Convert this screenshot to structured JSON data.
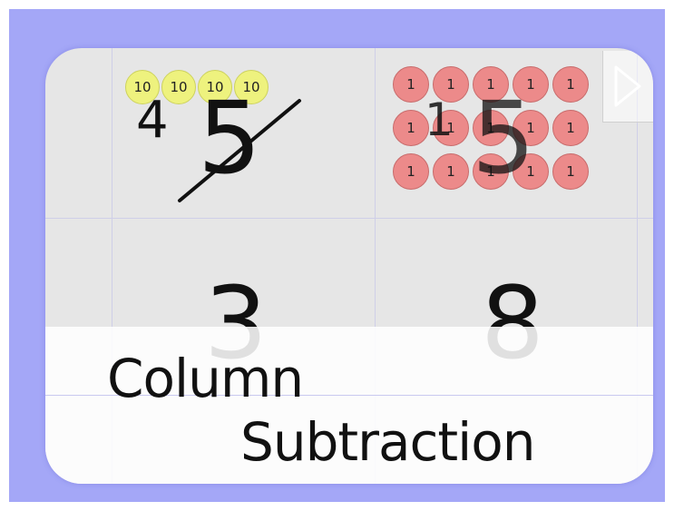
{
  "tens_counters": [
    "10",
    "10",
    "10",
    "10"
  ],
  "ones_counters": [
    "1",
    "1",
    "1",
    "1",
    "1",
    "1",
    "1",
    "1",
    "1",
    "1",
    "1",
    "1",
    "1",
    "1",
    "1"
  ],
  "top_row": {
    "regrouped_tens": "4",
    "tens_digit": "5",
    "regrouped_ones_prefix": "1",
    "ones_digit": "5"
  },
  "bottom_row": {
    "tens_digit": "3",
    "ones_digit": "8"
  },
  "title": {
    "line1": "Column",
    "line2": "Subtraction"
  },
  "icons": {
    "play": "play-icon"
  },
  "colors": {
    "background": "#a4a7f7",
    "ten_counter": "#eef27e",
    "one_counter": "#ec8a8a"
  }
}
